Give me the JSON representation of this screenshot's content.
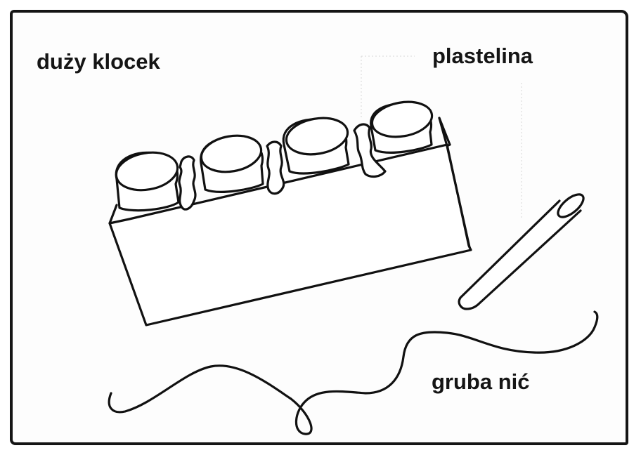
{
  "labels": {
    "block": "duży klocek",
    "clay": "plastelina",
    "thread": "gruba nić"
  },
  "items": [
    {
      "name": "large-block",
      "description_label": "duży klocek"
    },
    {
      "name": "plasticine",
      "description_label": "plastelina"
    },
    {
      "name": "thick-thread",
      "description_label": "gruba nić"
    }
  ],
  "colors": {
    "ink": "#111111",
    "paper": "#ffffff"
  }
}
